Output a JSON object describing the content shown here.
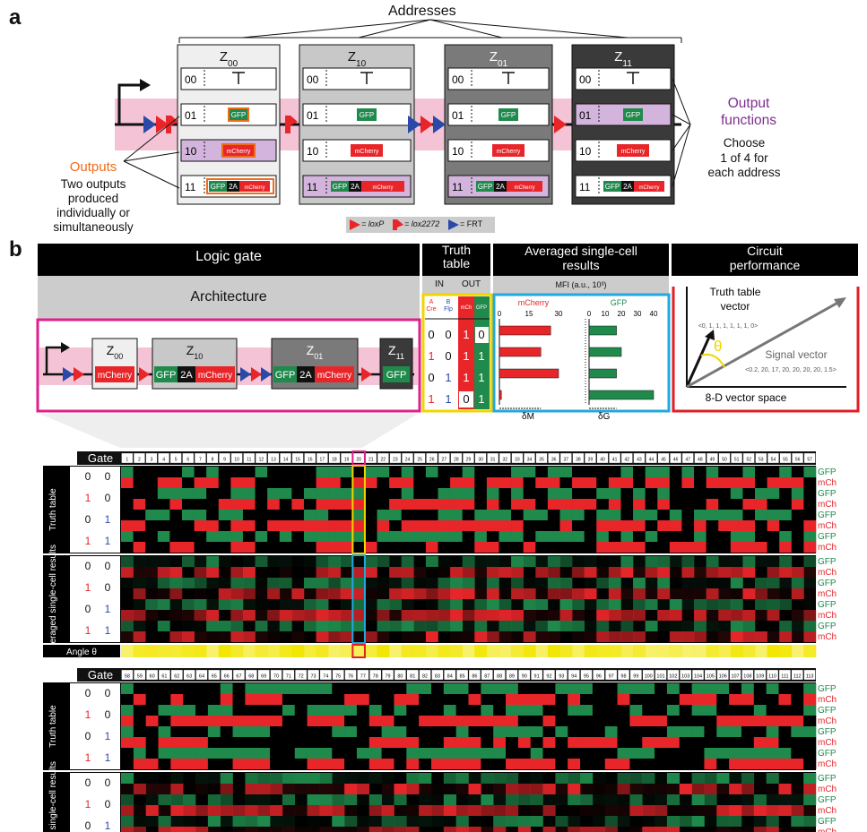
{
  "panel_a": {
    "letter": "a",
    "addresses_label": "Addresses",
    "outputs_title": "Outputs",
    "outputs_desc": [
      "Two outputs",
      "produced",
      "individually or",
      "simultaneously"
    ],
    "output_functions_title": [
      "Output",
      "functions"
    ],
    "choose_desc": [
      "Choose",
      "1 of 4 for",
      "each address"
    ],
    "address_boxes": [
      {
        "title": "Z",
        "sub": "00",
        "fill": "#efefef"
      },
      {
        "title": "Z",
        "sub": "10",
        "fill": "#c8c8c8"
      },
      {
        "title": "Z",
        "sub": "01",
        "fill": "#7a7a7a"
      },
      {
        "title": "Z",
        "sub": "11",
        "fill": "#3a3a3a"
      }
    ],
    "rows": [
      "00",
      "01",
      "10",
      "11"
    ],
    "gfp_label": "GFP",
    "mcherry_label": "mCherry",
    "twoa_label": "2A",
    "legend": [
      "= loxP",
      "= lox2272",
      "= FRT"
    ]
  },
  "panel_b": {
    "letter": "b",
    "logic_gate": "Logic gate",
    "truth_table": [
      "Truth",
      "table"
    ],
    "averaged": [
      "Averaged single-cell",
      "results"
    ],
    "circuit_perf": [
      "Circuit",
      "performance"
    ],
    "architecture": "Architecture",
    "in_label": "IN",
    "out_label": "OUT",
    "a_cre": [
      "A",
      "Cre"
    ],
    "b_flp": [
      "B",
      "Flp"
    ],
    "mch": "mCh",
    "gfp": "GFP",
    "mfi": "MFI (a.u., 10³)",
    "mcherry_axis_title": "mCherry",
    "gfp_axis_title": "GFP",
    "mcherry_ticks": [
      "0",
      "15",
      "30"
    ],
    "gfp_ticks": [
      "0",
      "10",
      "20",
      "30",
      "40"
    ],
    "truth_rows": [
      {
        "a": "0",
        "b": "0",
        "mch": "1",
        "gfp": "0"
      },
      {
        "a": "1",
        "b": "0",
        "mch": "1",
        "gfp": "1"
      },
      {
        "a": "0",
        "b": "1",
        "mch": "1",
        "gfp": "1"
      },
      {
        "a": "1",
        "b": "1",
        "mch": "0",
        "gfp": "1"
      }
    ],
    "mcherry_values": [
      26,
      21,
      30,
      1
    ],
    "gfp_values": [
      17,
      20,
      17,
      40
    ],
    "delta_m": "δM",
    "delta_g": "δG",
    "arch_boxes": [
      "Z00",
      "Z10",
      "Z01",
      "Z11"
    ],
    "truth_vector_label": [
      "Truth table",
      "vector"
    ],
    "truth_vector_values": "<0, 1, 1, 1, 1, 1, 1, 0>",
    "signal_vector_label": "Signal vector",
    "signal_vector_values": "<0.2, 20, 17, 20, 20, 20, 20, 1.5>",
    "theta": "θ",
    "vector_space": "8-D vector space"
  },
  "heatmap_1": {
    "gate_label": "Gate",
    "gate_start": 1,
    "gate_end": 57,
    "highlight_gate": "20",
    "row_groups": [
      "Truth table",
      "Averaged single-cell results"
    ],
    "input_rows": [
      [
        "0",
        "0"
      ],
      [
        "1",
        "0"
      ],
      [
        "0",
        "1"
      ],
      [
        "1",
        "1"
      ]
    ],
    "angle_label": "Angle θ",
    "channel_labels": [
      "GFP",
      "mCh",
      "GFP",
      "mCh",
      "GFP",
      "mCh",
      "GFP",
      "mCh"
    ]
  },
  "heatmap_2": {
    "gate_label": "Gate",
    "gate_start": 58,
    "gate_end": 113,
    "row_groups": [
      "Truth table",
      "Averaged single-cell results"
    ],
    "input_rows": [
      [
        "0",
        "0"
      ],
      [
        "1",
        "0"
      ],
      [
        "0",
        "1"
      ],
      [
        "1",
        "1"
      ]
    ],
    "channel_labels": [
      "GFP",
      "mCh",
      "GFP",
      "mCh",
      "GFP",
      "mCh",
      "GFP",
      "mCh"
    ]
  },
  "colors": {
    "gfp": "#1f8a4c",
    "mcherry": "#e8262a",
    "purple": "#7b2d8e",
    "orange": "#ef6c1a",
    "pink_band": "#f4c3d6",
    "yellow": "#f2e600",
    "magenta_border": "#e01f8c",
    "cyan_border": "#22a7e0",
    "red_border": "#e01f26",
    "yellow_border": "#f2d500"
  }
}
